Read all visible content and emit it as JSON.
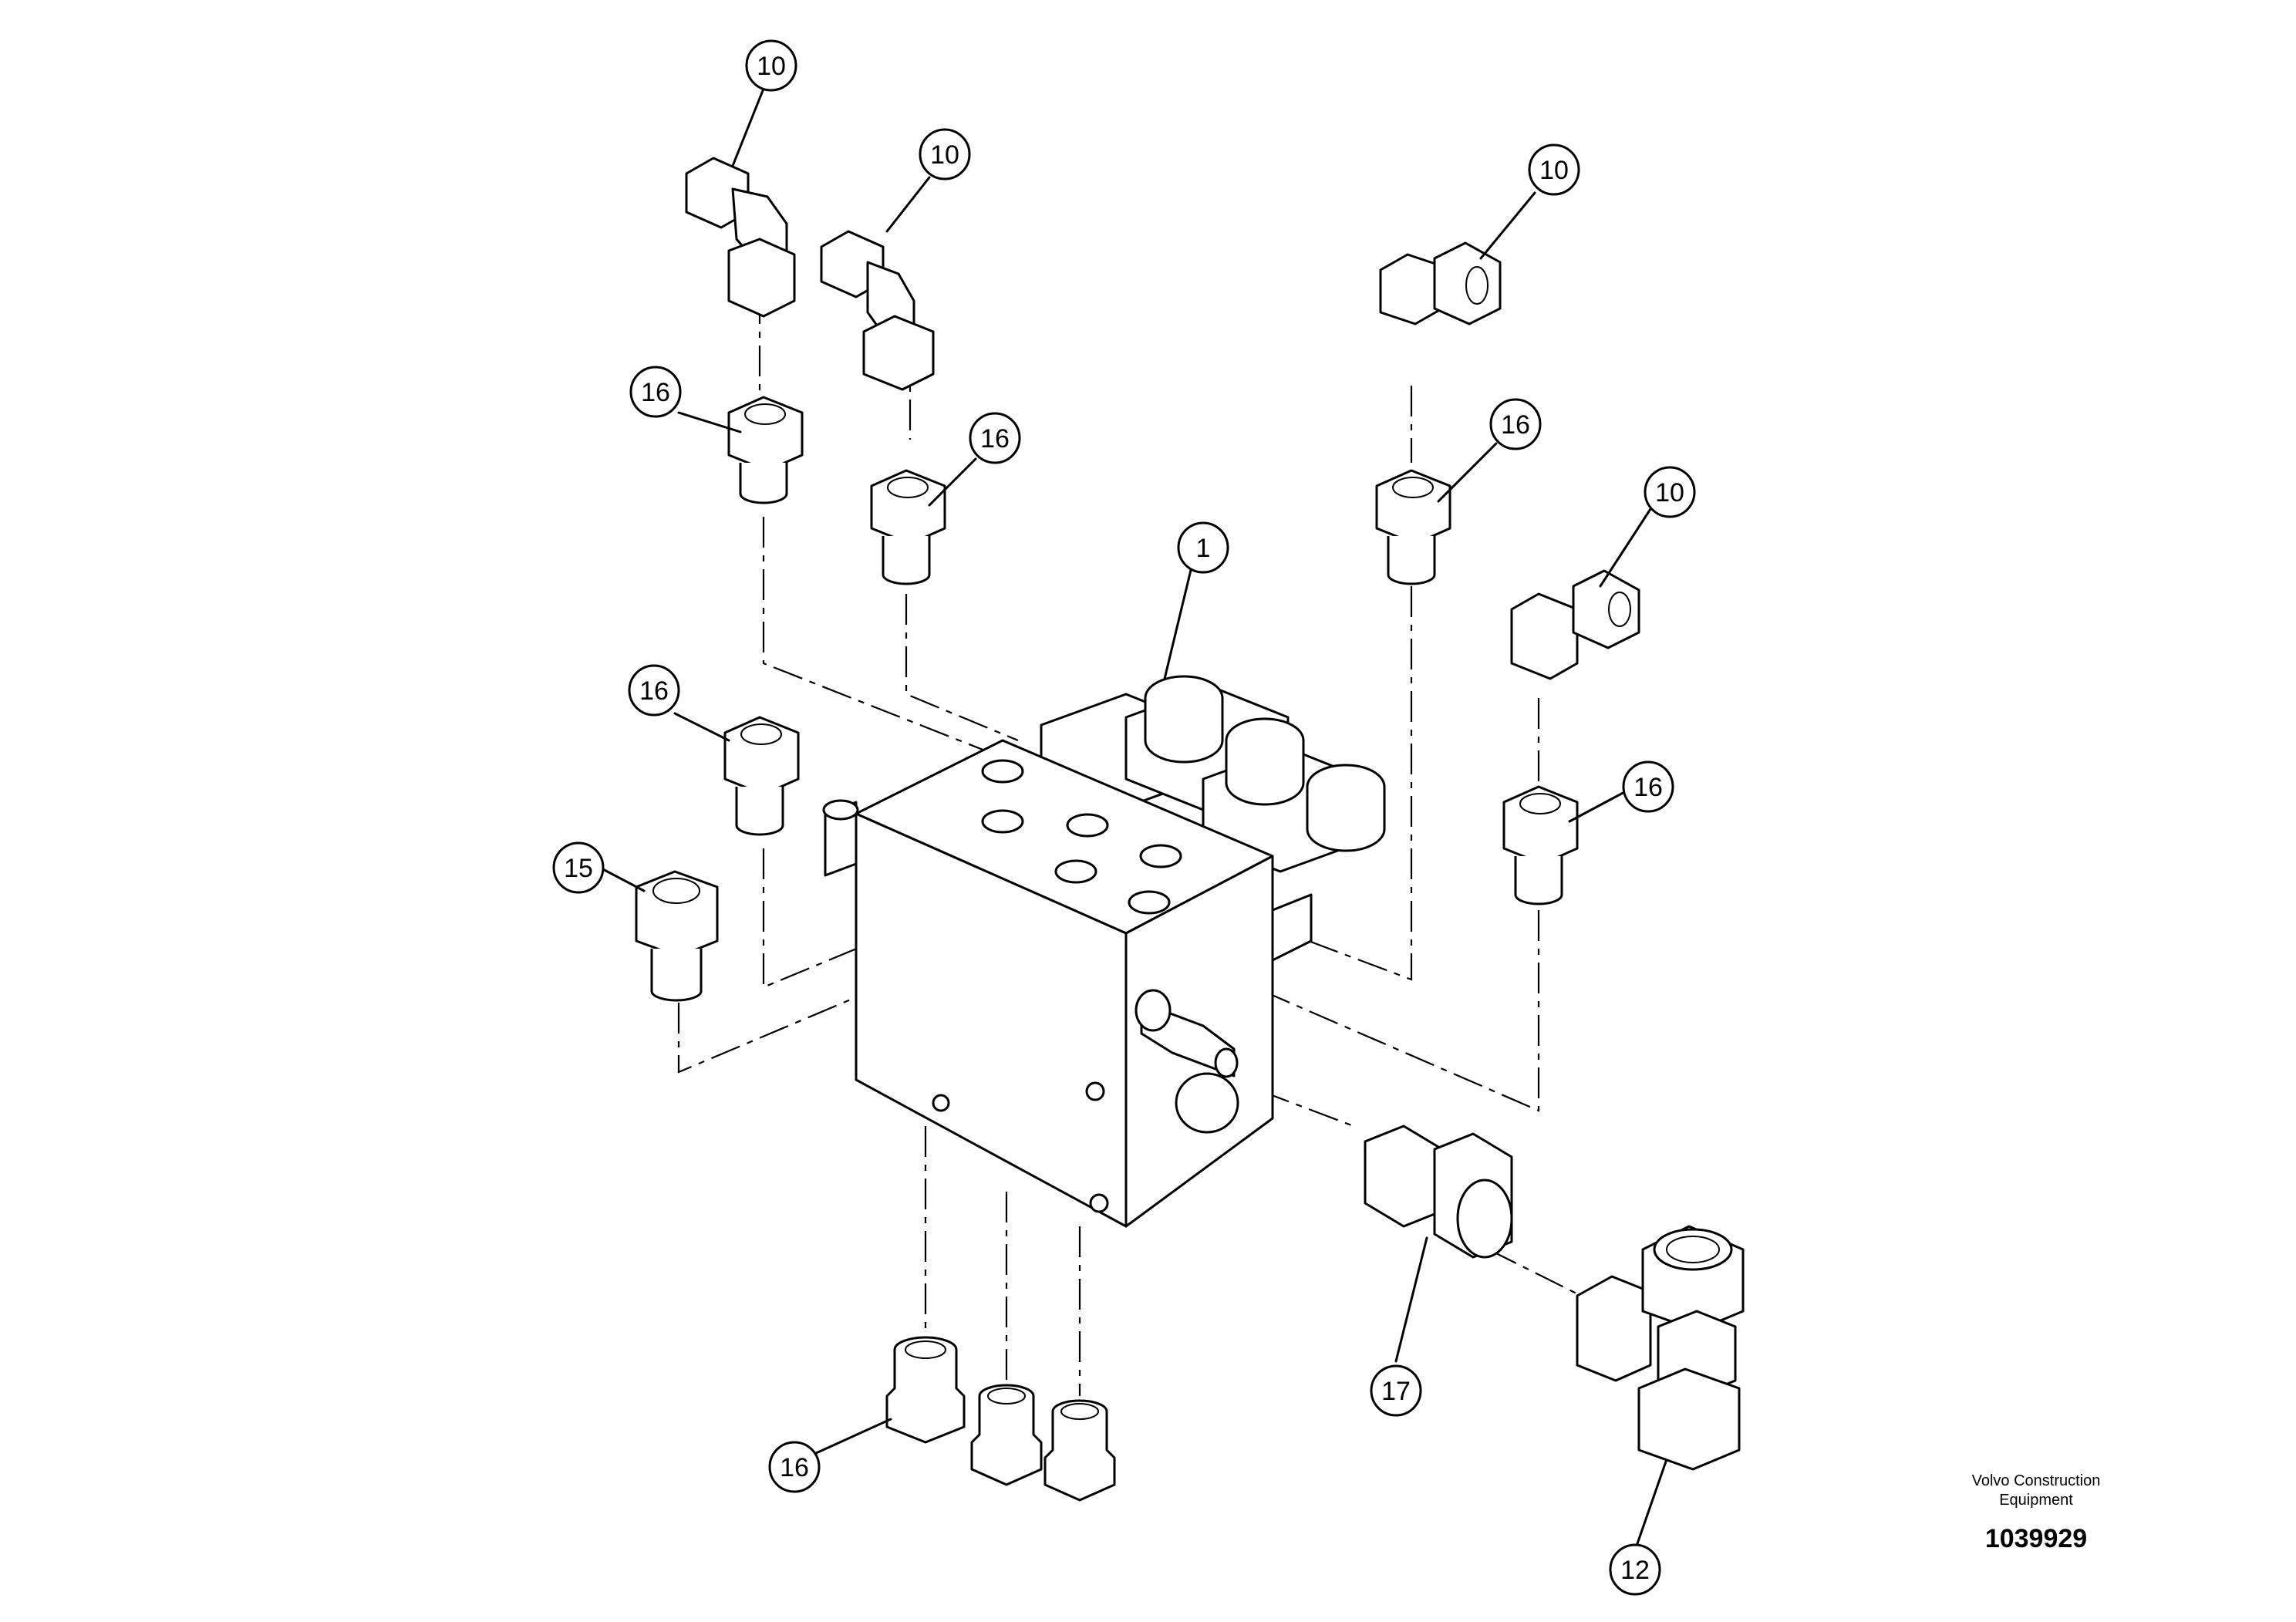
{
  "callouts": {
    "c1": "1",
    "c10": "10",
    "c12": "12",
    "c15": "15",
    "c16": "16",
    "c17": "17"
  },
  "brand": {
    "line1": "Volvo Construction",
    "line2": "Equipment",
    "drawing_number": "1039929"
  }
}
